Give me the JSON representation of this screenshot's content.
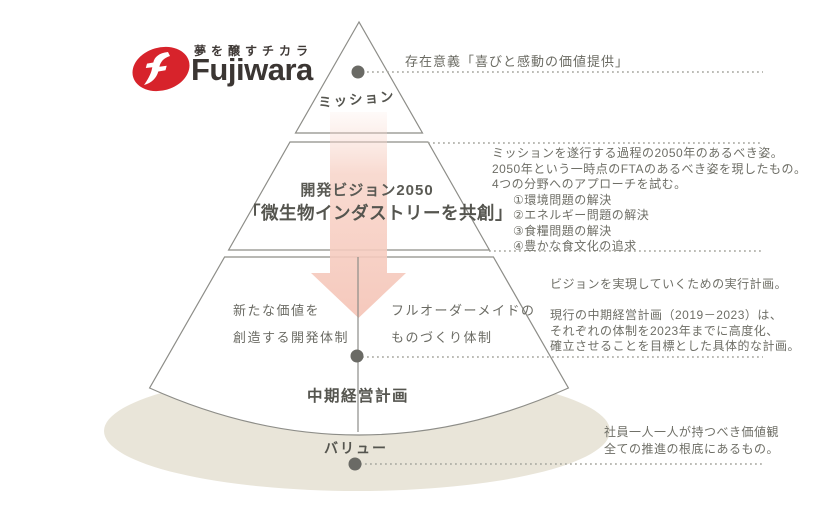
{
  "colors": {
    "logo_red": "#d7232b",
    "arrow_pink": "#f6ccc0",
    "shadow_beige": "#e9e5d9",
    "line_gray": "#8d8d88",
    "dot_gray": "#6a6a65",
    "dotted_line_gray": "#a6a69e"
  },
  "logo": {
    "tagline": "夢を醸すチカラ",
    "wordmark": "Fujiwara",
    "mark_icon": "fujiwara-f-mark"
  },
  "pyramid": {
    "mission_label": "ミッション",
    "vision_title": "開発ビジョン2050",
    "vision_subtitle": "「微生物インダストリーを共創」",
    "structure_left": [
      "新たな価値を",
      "創造する開発体制"
    ],
    "structure_right": [
      "フルオーダーメイドの",
      "ものづくり体制"
    ],
    "midplan_label": "中期経営計画",
    "value_label": "バリュー"
  },
  "annotations": {
    "purpose": "存在意義「喜びと感動の価値提供」",
    "vision": {
      "lines": [
        "ミッションを遂行する過程の2050年のあるべき姿。",
        "2050年という一時点のFTAのあるべき姿を現したもの。",
        "4つの分野へのアプローチを試む。",
        "①環境問題の解決",
        "②エネルギー問題の解決",
        "③食糧問題の解決",
        "④豊かな食文化の追求"
      ]
    },
    "plan": {
      "lines": [
        "ビジョンを実現していくための実行計画。",
        "",
        "現行の中期経営計画（2019－2023）は、",
        "それぞれの体制を2023年までに高度化、",
        "確立させることを目標とした具体的な計画。"
      ]
    },
    "value": {
      "lines": [
        "社員一人一人が持つべき価値観",
        "全ての推進の根底にあるもの。"
      ]
    }
  }
}
